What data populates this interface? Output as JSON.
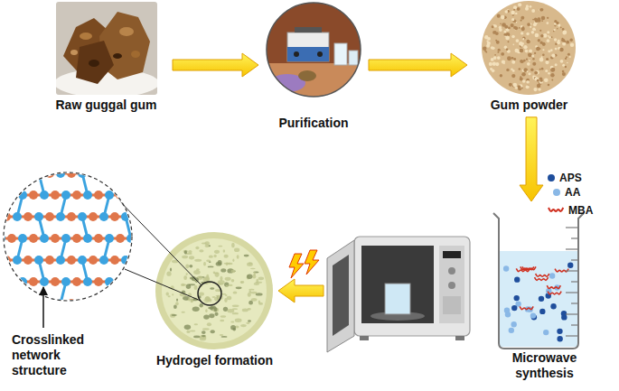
{
  "diagram": {
    "nodes": [
      {
        "text": [
          "Raw guggal gum"
        ]
      },
      {
        "text": [
          "Purification"
        ]
      },
      {
        "text": [
          "Gum powder"
        ]
      },
      {
        "text": [
          "Microwave synthesis"
        ]
      },
      {
        "text": [
          "Hydrogel formation"
        ]
      },
      {
        "text": [
          "Crosslinked network structure"
        ]
      }
    ],
    "edges": [
      {
        "from": 0,
        "to": 1,
        "arrow": "to"
      },
      {
        "from": 1,
        "to": 2,
        "arrow": "to"
      },
      {
        "from": 2,
        "to": 3,
        "arrow": "to"
      }
    ],
    "legend": [
      {
        "text": "APS",
        "color": "#1f4e9c"
      },
      {
        "text": "AA",
        "color": "#8ab8e6"
      },
      {
        "text": "MBA"
      }
    ]
  }
}
